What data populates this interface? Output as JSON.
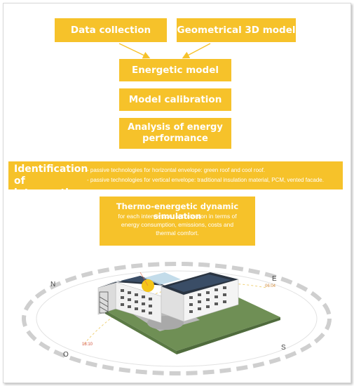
{
  "flow": {
    "data_collection": "Data collection",
    "geometrical_model": "Geometrical 3D model",
    "energetic_model": "Energetic model",
    "model_calibration": "Model calibration",
    "analysis_line1": "Analysis of energy",
    "analysis_line2": "performance",
    "identification_line1": "Identification of",
    "identification_line2": "interventions",
    "interventions": [
      "- passive technologies for horizontal envelope: green roof and cool roof.",
      "- passive technologies for vertical envelope: traditional insulation material, PCM, vented facade."
    ],
    "simulation_title": "Thermo-energetic dynamic simulation",
    "simulation_desc_lines": [
      "for each intervention, optimization in terms of",
      "energy consumption, emissions, costs and",
      "thermal comfort."
    ]
  },
  "scene": {
    "compass": {
      "north": "N",
      "east": "E",
      "south": "S",
      "west": "O"
    },
    "sunrise_time": "06:04",
    "sunset_time": "18:10"
  },
  "colors": {
    "box_fill": "#f6c22a",
    "arrow": "#f6c22a",
    "sun": "#f5c518",
    "ground": "#6f8f55",
    "roof_panels": "#2a3441"
  }
}
